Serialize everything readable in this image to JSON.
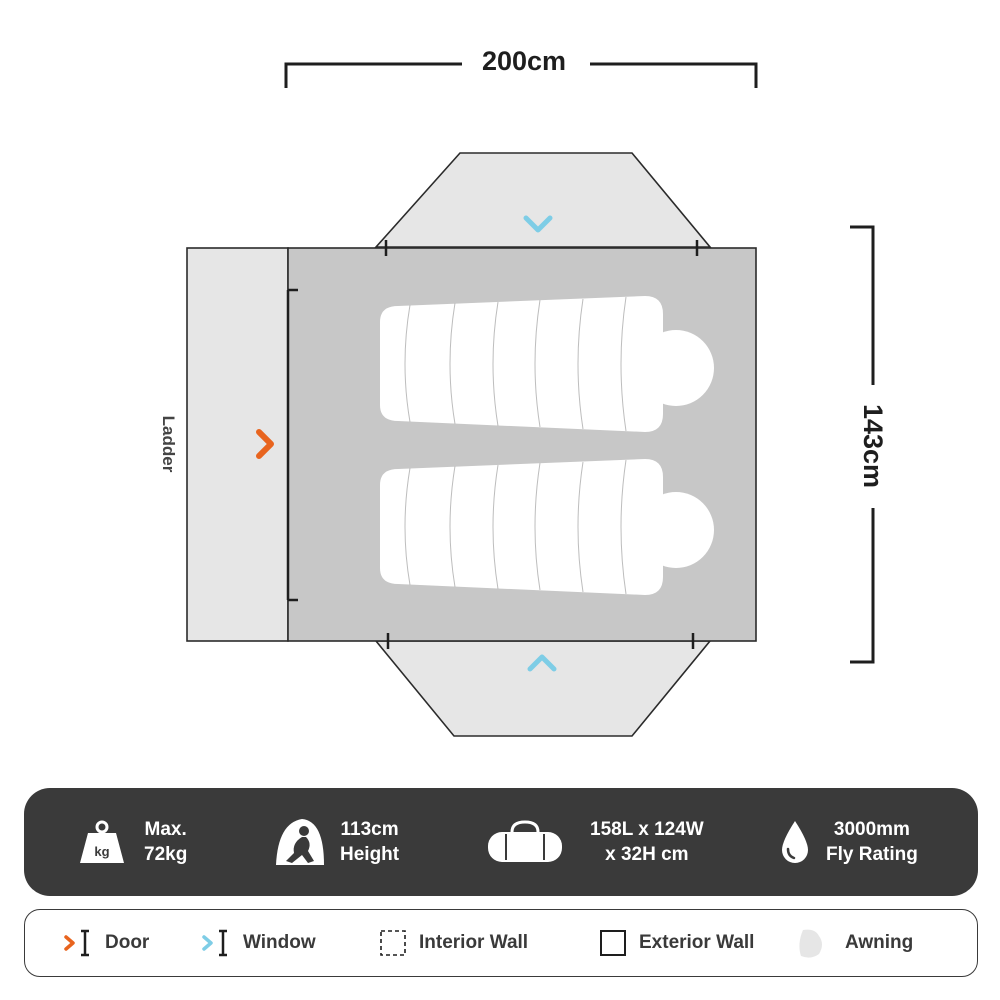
{
  "dimensions": {
    "width_label": "200cm",
    "depth_label": "143cm",
    "ladder_label": "Ladder"
  },
  "specs": [
    {
      "icon": "weight-icon",
      "icon_text": "kg",
      "line1": "Max.",
      "line2": "72kg"
    },
    {
      "icon": "seated-person-icon",
      "line1": "113cm",
      "line2": "Height"
    },
    {
      "icon": "duffel-bag-icon",
      "line1": "158L x 124W",
      "line2": "x 32H cm"
    },
    {
      "icon": "water-drop-icon",
      "line1": "3000mm",
      "line2": "Fly Rating"
    }
  ],
  "legend": [
    {
      "icon": "door-icon",
      "label": "Door"
    },
    {
      "icon": "window-icon",
      "label": "Window"
    },
    {
      "icon": "interior-wall-icon",
      "label": "Interior Wall"
    },
    {
      "icon": "exterior-wall-icon",
      "label": "Exterior Wall"
    },
    {
      "icon": "awning-icon",
      "label": "Awning"
    }
  ],
  "colors": {
    "door": "#e8641e",
    "window": "#7ecde6",
    "floor": "#c7c7c7",
    "awning": "#e6e6e6",
    "outline": "#2b2b2b",
    "bar": "#3a3a3a"
  }
}
